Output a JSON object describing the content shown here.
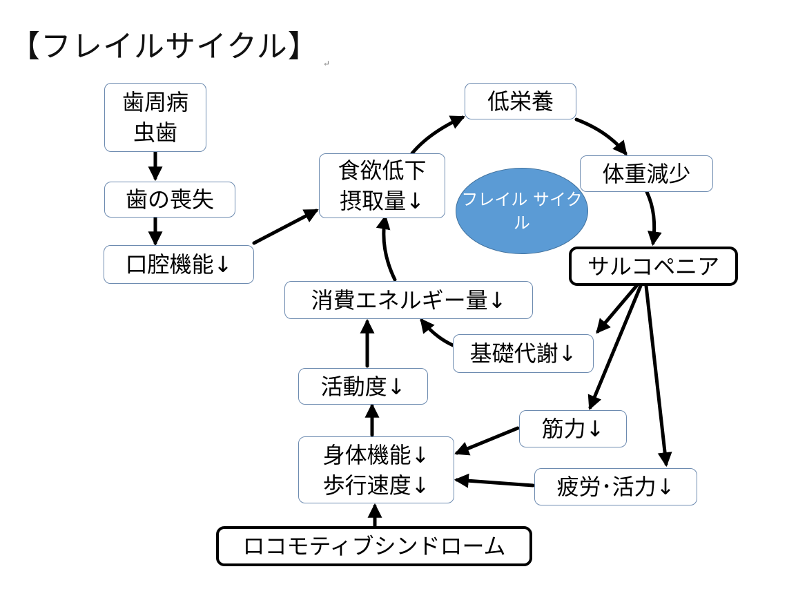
{
  "title": "【フレイルサイクル】",
  "return_mark": "↵",
  "center": {
    "line1": "フレイル",
    "line2": "サイクル"
  },
  "nodes": {
    "periodontal": {
      "line1": "歯周病",
      "line2": "虫歯"
    },
    "tooth_loss": "歯の喪失",
    "oral_function": "口腔機能↓",
    "appetite": {
      "line1": "食欲低下",
      "line2": "摂取量↓"
    },
    "undernutrition": "低栄養",
    "weight_loss": "体重減少",
    "sarcopenia": "サルコペニア",
    "energy": "消費エネルギー量↓",
    "basal_metabolism": "基礎代謝↓",
    "activity": "活動度↓",
    "muscle": "筋力↓",
    "physical": {
      "line1": "身体機能↓",
      "line2": "歩行速度↓"
    },
    "fatigue": "疲労･活力↓",
    "locomotive": "ロコモティブシンドローム"
  }
}
